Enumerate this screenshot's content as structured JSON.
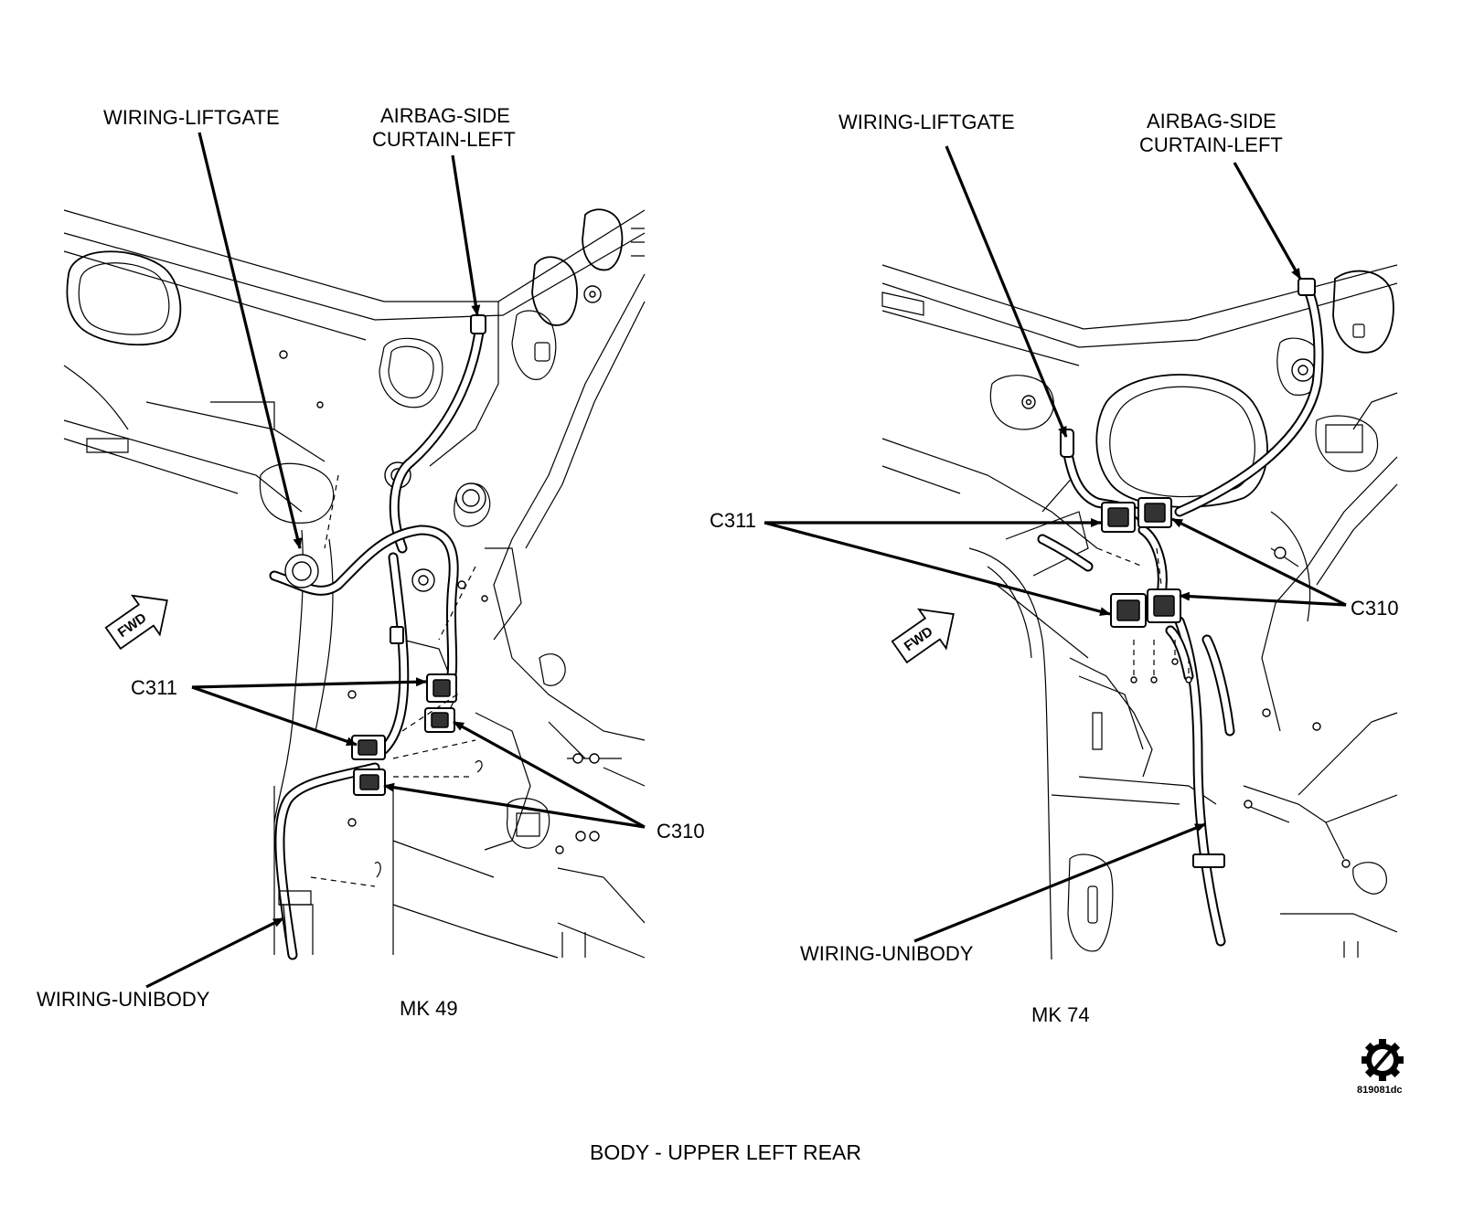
{
  "left_view": {
    "labels": {
      "wiring_liftgate": "WIRING-LIFTGATE",
      "airbag_line1": "AIRBAG-SIDE",
      "airbag_line2": "CURTAIN-LEFT",
      "c311": "C311",
      "c310": "C310",
      "wiring_unibody": "WIRING-UNIBODY",
      "fwd": "FWD"
    },
    "caption": "MK 49"
  },
  "right_view": {
    "labels": {
      "wiring_liftgate": "WIRING-LIFTGATE",
      "airbag_line1": "AIRBAG-SIDE",
      "airbag_line2": "CURTAIN-LEFT",
      "c311": "C311",
      "c310": "C310",
      "wiring_unibody": "WIRING-UNIBODY",
      "fwd": "FWD"
    },
    "caption": "MK 74"
  },
  "figure_id": "819081dc",
  "logo_icon": "gear-slash-icon",
  "title": "BODY - UPPER LEFT REAR"
}
